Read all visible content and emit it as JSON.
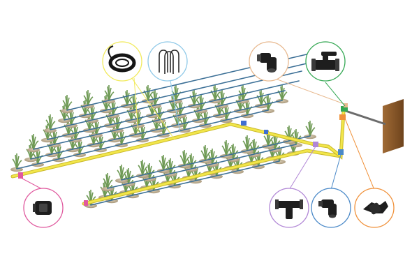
{
  "colors": {
    "background": "#ffffff",
    "main_pipe": "#f2e64a",
    "main_pipe_edge": "#c9b92a",
    "drip_line": "#3b6f96",
    "soil": "#b9a78a",
    "plant": "#6f9a55",
    "wall": "#8b5a2b",
    "supply_pipe": "#6b6b6b",
    "part": "#1e1e1e"
  },
  "callouts": [
    {
      "id": "drip-tubing-roll",
      "color": "#f1ea5a",
      "icon": "tubing-roll-icon"
    },
    {
      "id": "ground-stakes",
      "color": "#8fc9e8",
      "icon": "ground-stake-icon"
    },
    {
      "id": "elbow-fitting",
      "color": "#e8b98f",
      "icon": "elbow-connector-icon"
    },
    {
      "id": "ball-valve",
      "color": "#34a853",
      "icon": "ball-valve-icon"
    },
    {
      "id": "end-plug",
      "color": "#e0599e",
      "icon": "end-plug-icon"
    },
    {
      "id": "tee-connector",
      "color": "#b187d6",
      "icon": "tee-connector-icon"
    },
    {
      "id": "barbed-elbow",
      "color": "#4a89c8",
      "icon": "barbed-elbow-icon"
    },
    {
      "id": "faucet-adapter",
      "color": "#f0913a",
      "icon": "faucet-adapter-icon"
    }
  ]
}
